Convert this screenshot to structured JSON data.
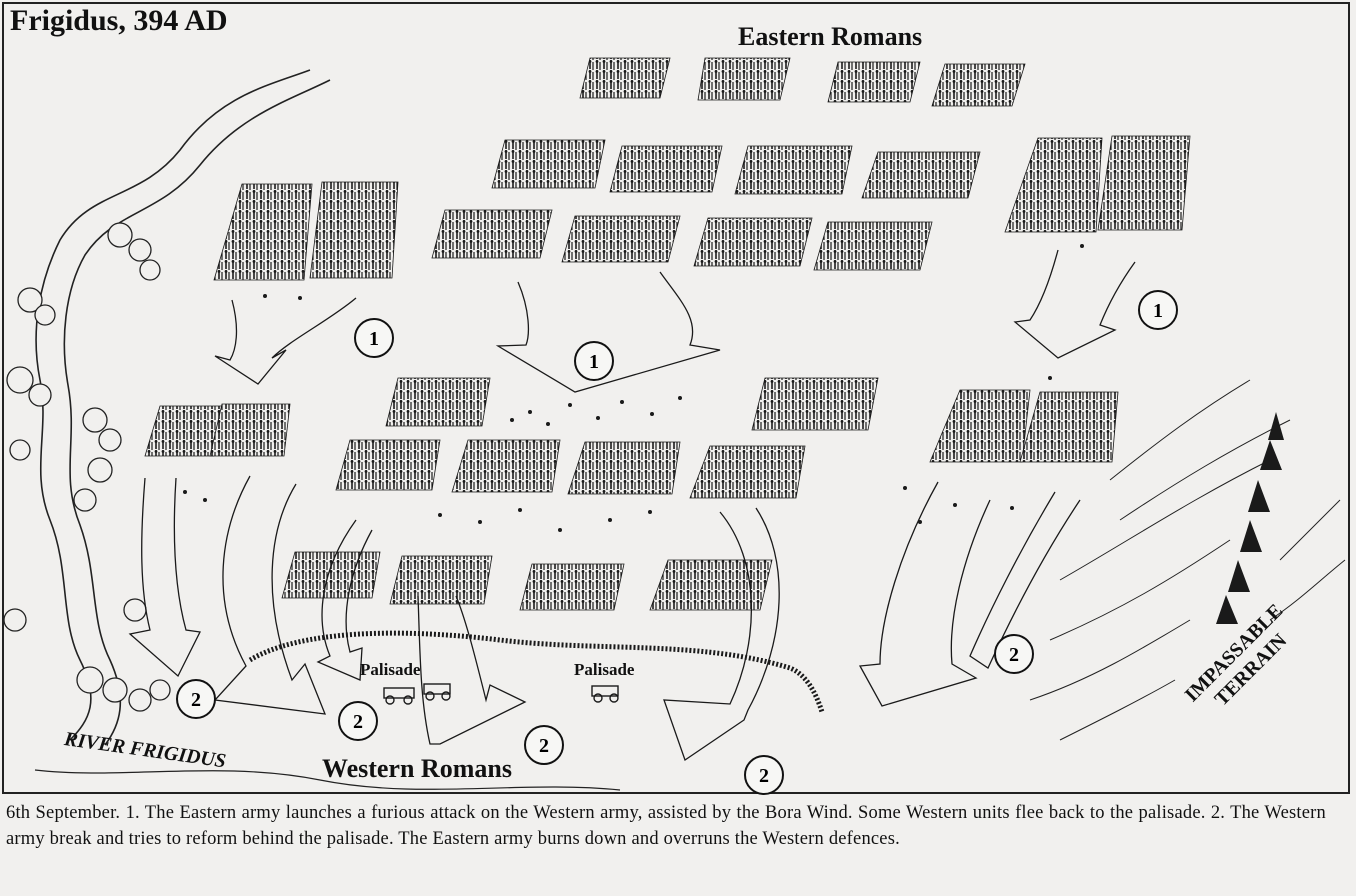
{
  "title": "Frigidus, 394 AD",
  "labels": {
    "eastern": "Eastern Romans",
    "western": "Western Romans",
    "river": "RIVER FRIGIDUS",
    "palisade_left": "Palisade",
    "palisade_right": "Palisade",
    "terrain_line1": "IMPASSABLE",
    "terrain_line2": "TERRAIN"
  },
  "markers": {
    "phase_one": "1",
    "phase_two": "2"
  },
  "caption": "6th September. 1. The Eastern army launches a furious attack on the Western army, assisted by the Bora Wind. Some Western units flee back to the palisade. 2. The Western army break and tries to reform behind the palisade. The Eastern army burns down and overruns the Western defences.",
  "colors": {
    "ink": "#1a1a1a",
    "paper": "#f1f0ee"
  }
}
